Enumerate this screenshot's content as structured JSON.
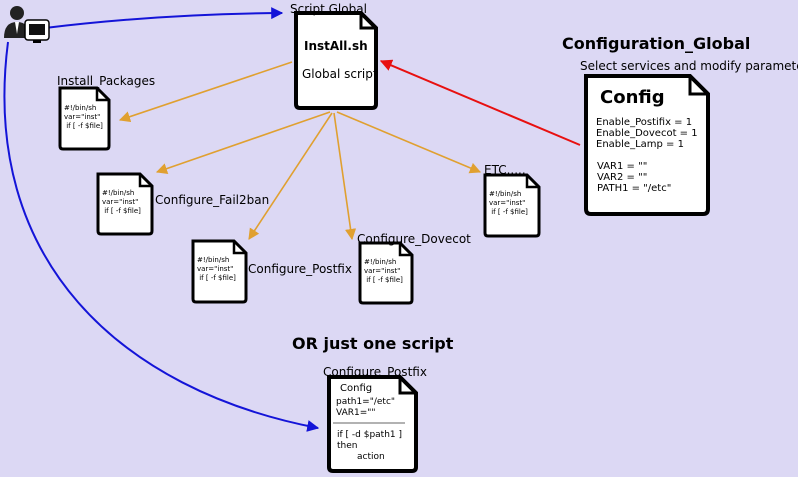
{
  "colors": {
    "background": "#dcd8f4",
    "blue_arrow": "#1414d8",
    "red_arrow": "#e81010",
    "orange_arrow": "#e0a030"
  },
  "icons": [
    "admin-user-icon",
    "computer-monitor-icon"
  ],
  "heading_config_global": "Configuration_Global",
  "subheading_config_global": "Select services and modify parameters",
  "heading_or": "OR just one script",
  "script_global": {
    "label": "Script Global",
    "title": "InstAll.sh",
    "subtitle": "Global script"
  },
  "config_doc": {
    "title": "Config",
    "lines1": "Enable_Postifix = 1\nEnable_Dovecot = 1\nEnable_Lamp = 1",
    "lines2": "VAR1 = \"\"\nVAR2 = \"\"\nPATH1 = \"/etc\""
  },
  "script_snippet": "#!/bin/sh\nvar=\"inst\"\n if [ -f $file]",
  "labels": {
    "install_packages": "Install_Packages",
    "fail2ban": "Configure_Fail2ban",
    "postfix": "Configure_Postfix",
    "dovecot": "Configure_Dovecot",
    "etc": "ETC....."
  },
  "one_script": {
    "label": "Configure_Postfix",
    "title": "Config",
    "lines1": "path1=\"/etc\"\nVAR1=\"\"",
    "lines2": "if [ -d $path1 ]\nthen\n       action"
  }
}
